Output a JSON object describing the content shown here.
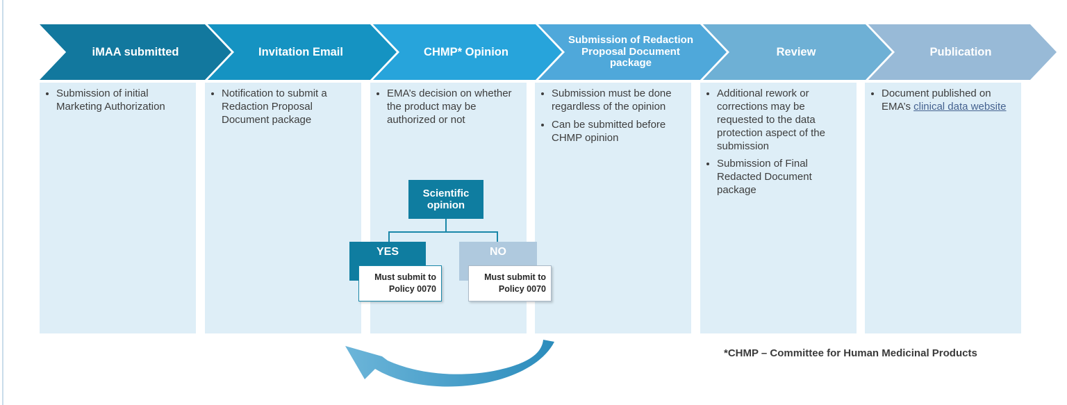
{
  "columns": [
    {
      "header": "iMAA submitted",
      "bullets": [
        "Submission of initial Marketing Authorization"
      ]
    },
    {
      "header": "Invitation Email",
      "bullets": [
        "Notification to submit a Redaction Proposal Document package"
      ]
    },
    {
      "header": "CHMP* Opinion",
      "bullets": [
        "EMA’s decision on whether the product may be authorized or not"
      ]
    },
    {
      "header": "Submission of Redaction Proposal Document package",
      "bullets": [
        "Submission must be done regardless of the opinion",
        "Can be submitted before CHMP opinion"
      ]
    },
    {
      "header": "Review",
      "bullets": [
        "Additional rework or corrections may be requested to the data protection aspect of the submission",
        "Submission of Final Redacted Document package"
      ]
    },
    {
      "header": "Publication",
      "bullet_link": {
        "prefix": "Document published on EMA’s ",
        "link_text": "clinical data website"
      }
    }
  ],
  "decision_tree": {
    "root_label": "Scientific opinion",
    "yes_label": "YES",
    "no_label": "NO",
    "yes_note": "Must submit to Policy 0070",
    "no_note": "Must submit to Policy 0070"
  },
  "footnote": "*CHMP – Committee for Human Medicinal Products",
  "colors": {
    "chevrons": [
      "#12789e",
      "#1593c2",
      "#27a4db",
      "#4fa8da",
      "#6eb0d5",
      "#98bad7"
    ],
    "panel_bg": "#deeef7",
    "tree_dark": "#0f7da0",
    "tree_light": "#afc9de",
    "note_border_yes": "#1a87a8",
    "note_border_no": "#aab9c7",
    "link": "#44618f",
    "body_text": "#3d3d3d",
    "arrow_gradient_left": "#6cb5d9",
    "arrow_gradient_right": "#2b8cbc"
  }
}
